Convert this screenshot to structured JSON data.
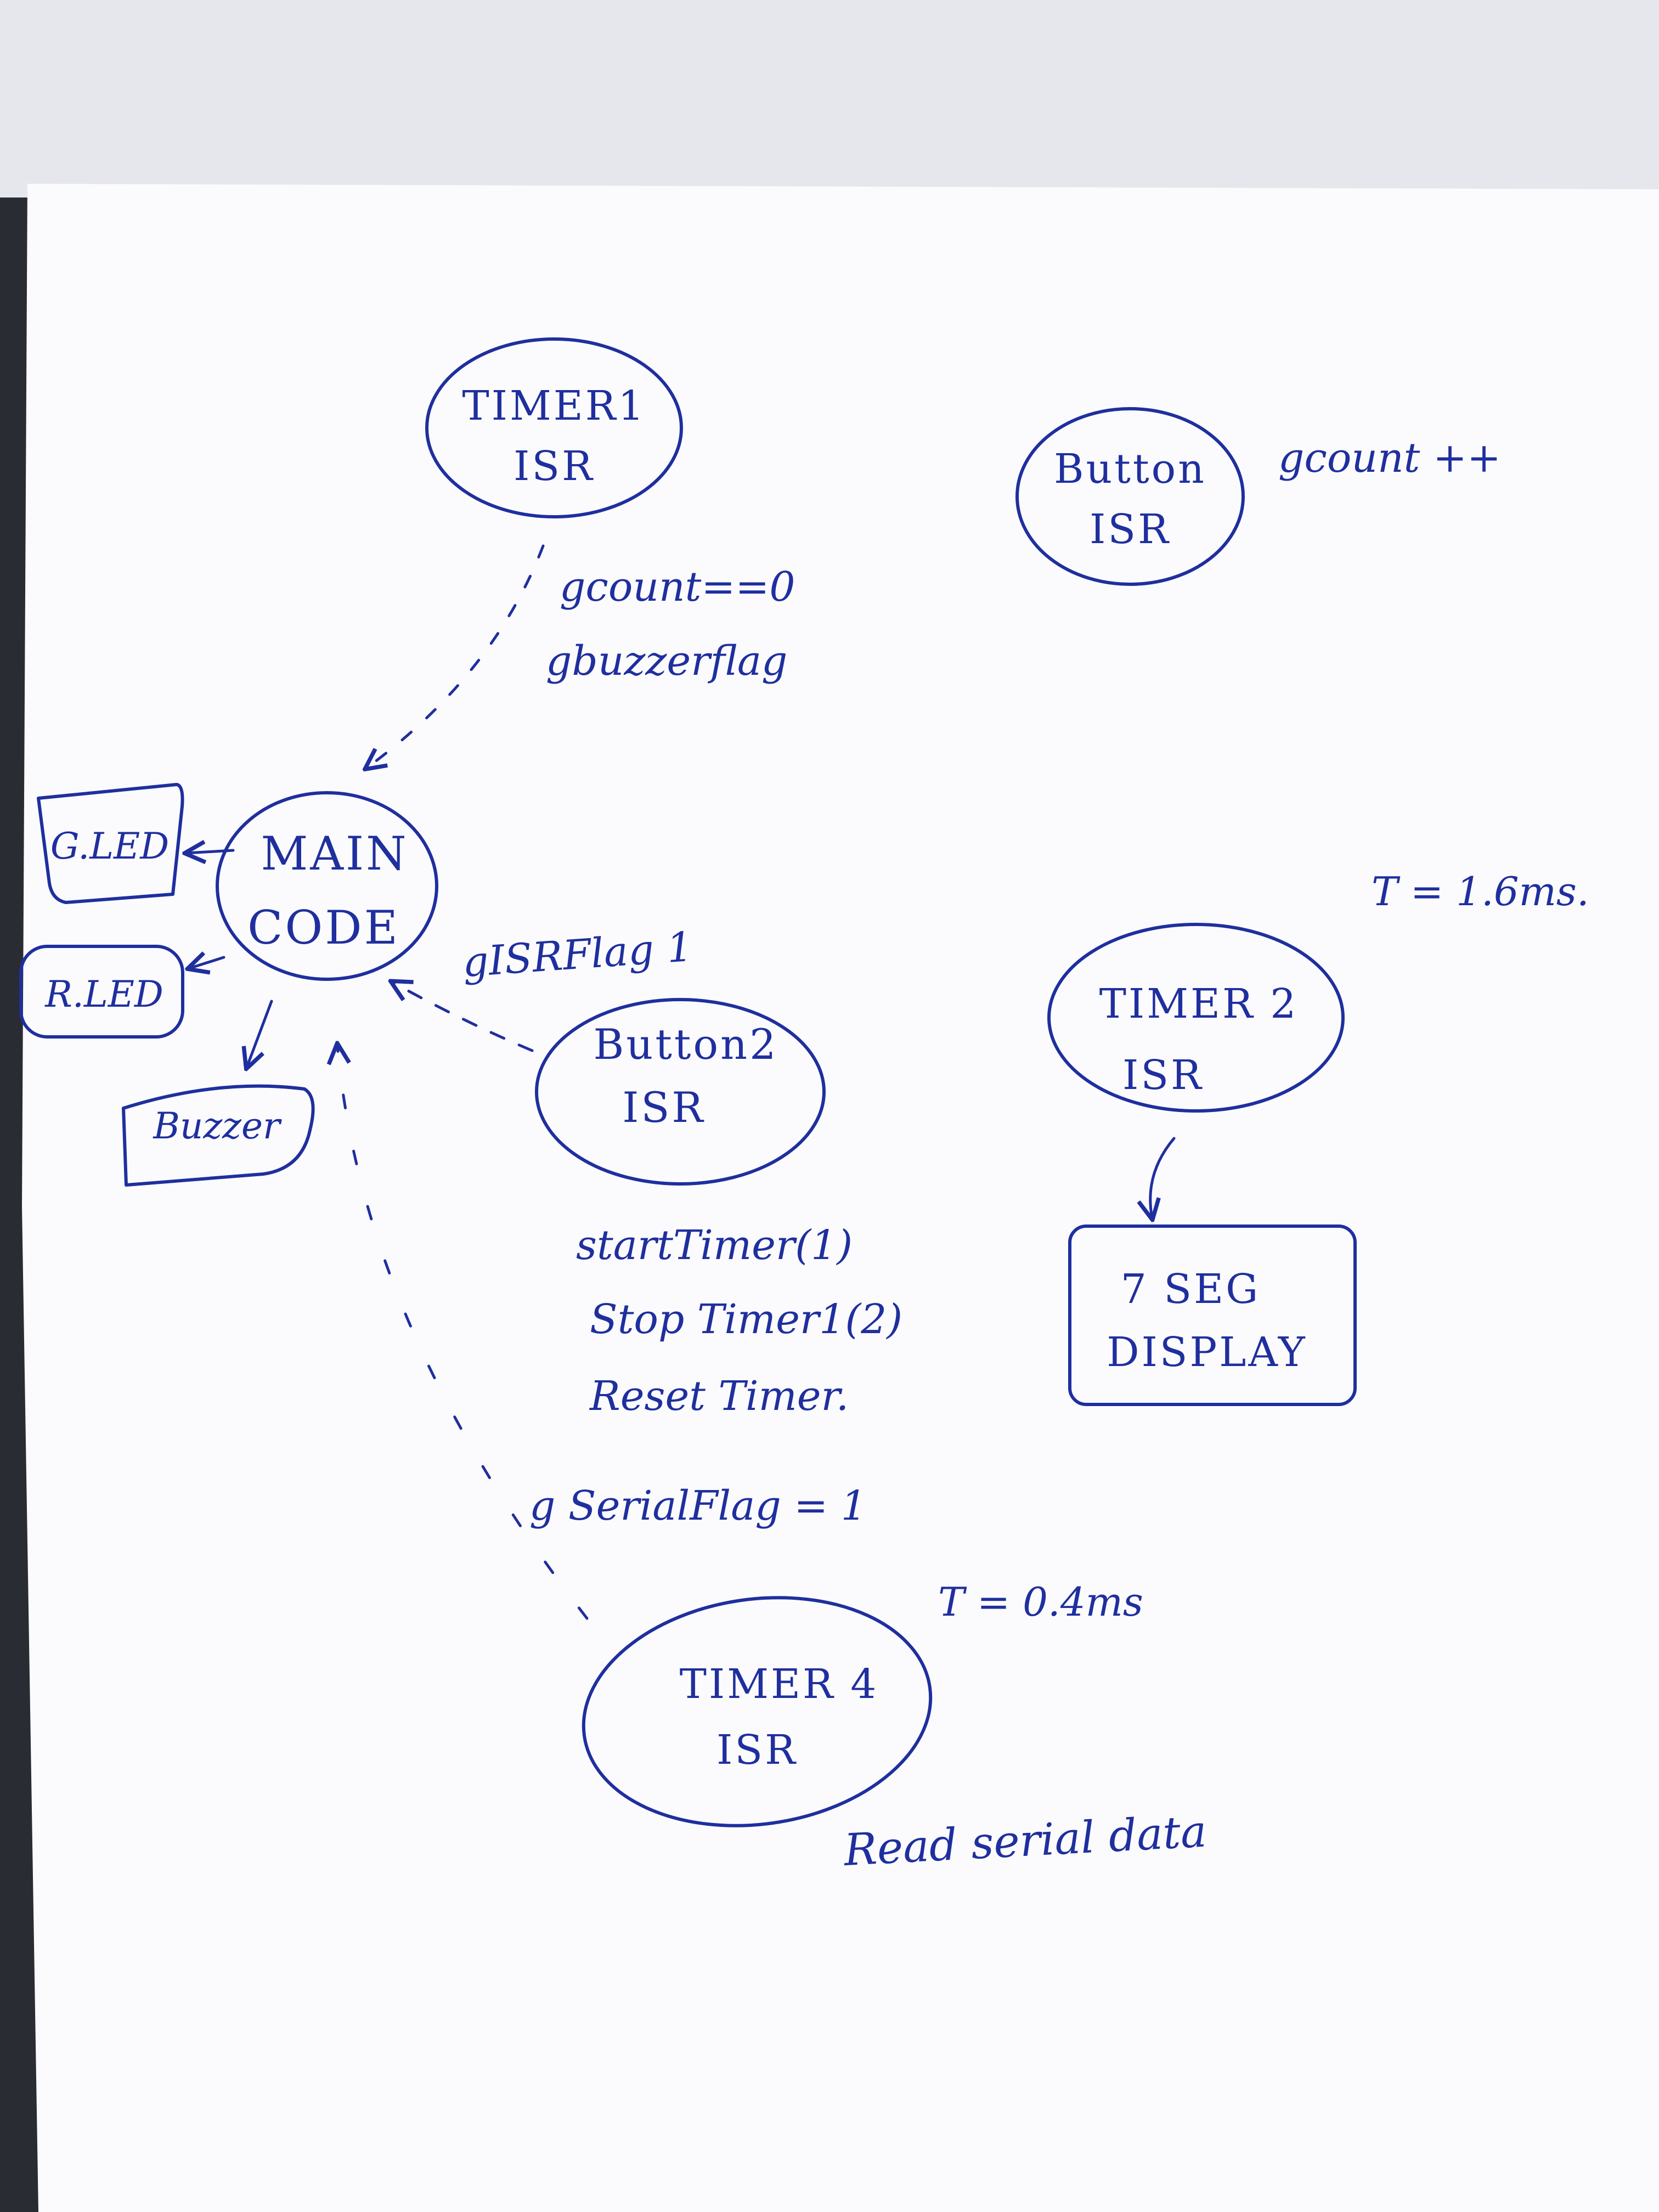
{
  "ink_color": "#1f2f9e",
  "paper_color": "#fbfbfd",
  "nodes": {
    "timer1": {
      "line1": "TIMER1",
      "line2": "ISR"
    },
    "button_isr": {
      "line1": "Button",
      "line2": "ISR"
    },
    "main_code": {
      "line1": "MAIN",
      "line2": "CODE"
    },
    "button2_isr": {
      "line1": "Button2",
      "line2": "ISR"
    },
    "timer2": {
      "line1": "TIMER 2",
      "line2": "ISR"
    },
    "timer4": {
      "line1": "TIMER 4",
      "line2": "ISR"
    }
  },
  "boxes": {
    "g_led": "G.LED",
    "r_led": "R.LED",
    "buzzer": "Buzzer",
    "seven_seg": {
      "line1": "7 SEG",
      "line2": "DISPLAY"
    }
  },
  "annotations": {
    "gcount_check": "gcount==0",
    "gbuzzer_flag": "gbuzzerflag",
    "gcount_inc": "gcount ++",
    "gisr_flag": "gISRFlag 1",
    "t_timer2": "T = 1.6ms.",
    "start_timer": "startTimer(1)",
    "stop_timer": "Stop Timer1(2)",
    "reset_timer": "Reset Timer.",
    "gserial_flag": "g SerialFlag = 1",
    "t_timer4": "T = 0.4ms",
    "read_serial": "Read serial data"
  }
}
